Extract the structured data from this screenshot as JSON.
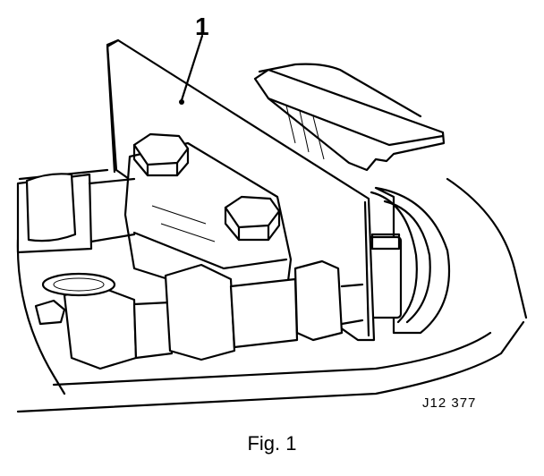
{
  "figure": {
    "callout_number": "1",
    "drawing_reference": "J12 377",
    "caption": "Fig. 1"
  }
}
